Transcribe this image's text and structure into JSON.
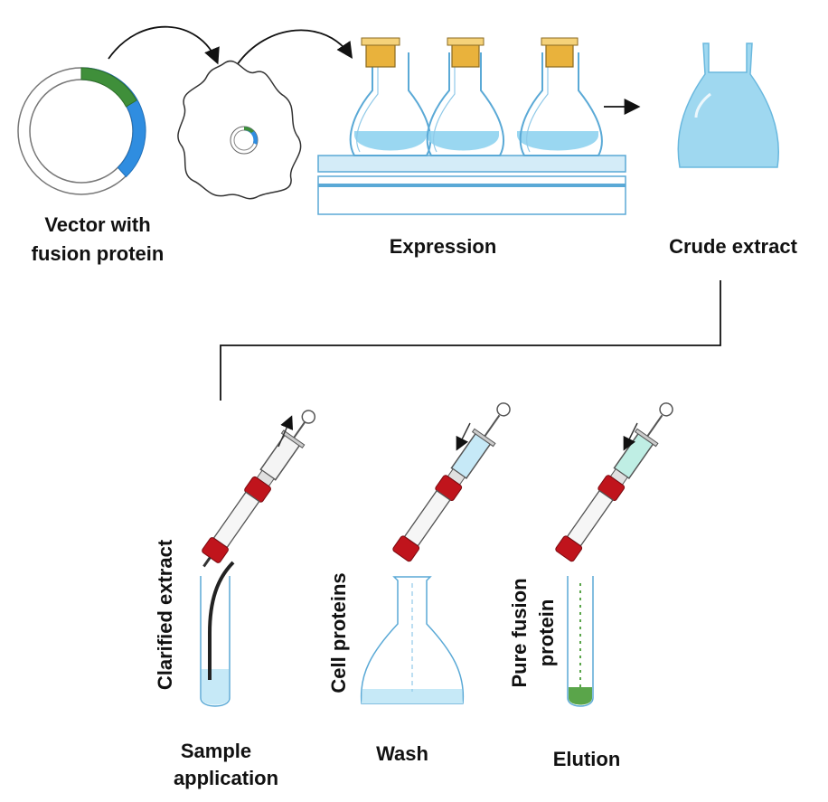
{
  "labels": {
    "vector_line1": "Vector with",
    "vector_line2": "fusion protein",
    "expression": "Expression",
    "crude_extract": "Crude extract",
    "clarified_extract": "Clarified extract",
    "cell_proteins": "Cell proteins",
    "pure_fusion_line1": "Pure fusion",
    "pure_fusion_line2": "protein",
    "sample_line1": "Sample",
    "sample_line2": "application",
    "wash": "Wash",
    "elution": "Elution"
  },
  "colors": {
    "liquid": "#8fd3f0",
    "liquid_light": "#c6e9f7",
    "glass_outline": "#5aa9d6",
    "plasmid_blue": "#2f8de0",
    "plasmid_green": "#3f8f3a",
    "cork": "#e9b23c",
    "cap_red": "#c0141c",
    "line": "#111111"
  }
}
